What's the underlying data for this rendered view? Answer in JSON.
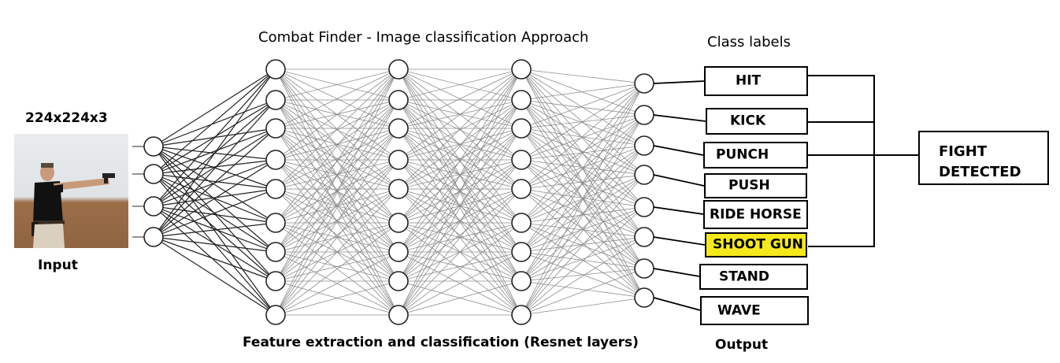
{
  "title": "Combat Finder - Image classification Approach",
  "class_labels_heading": "Class labels",
  "input": {
    "dimensions": "224x224x3",
    "label": "Input",
    "image_subject": "man aiming a handgun"
  },
  "network": {
    "caption": "Feature extraction and classification (Resnet layers)",
    "layers": [
      4,
      9,
      9,
      9,
      8
    ]
  },
  "output_label": "Output",
  "classes": [
    "HIT",
    "KICK",
    "PUNCH",
    "PUSH",
    "RIDE HORSE",
    "SHOOT GUN",
    "STAND",
    "WAVE"
  ],
  "highlighted_class": "SHOOT GUN",
  "highlight_color": "#f6e91b",
  "result": "FIGHT\nDETECTED"
}
